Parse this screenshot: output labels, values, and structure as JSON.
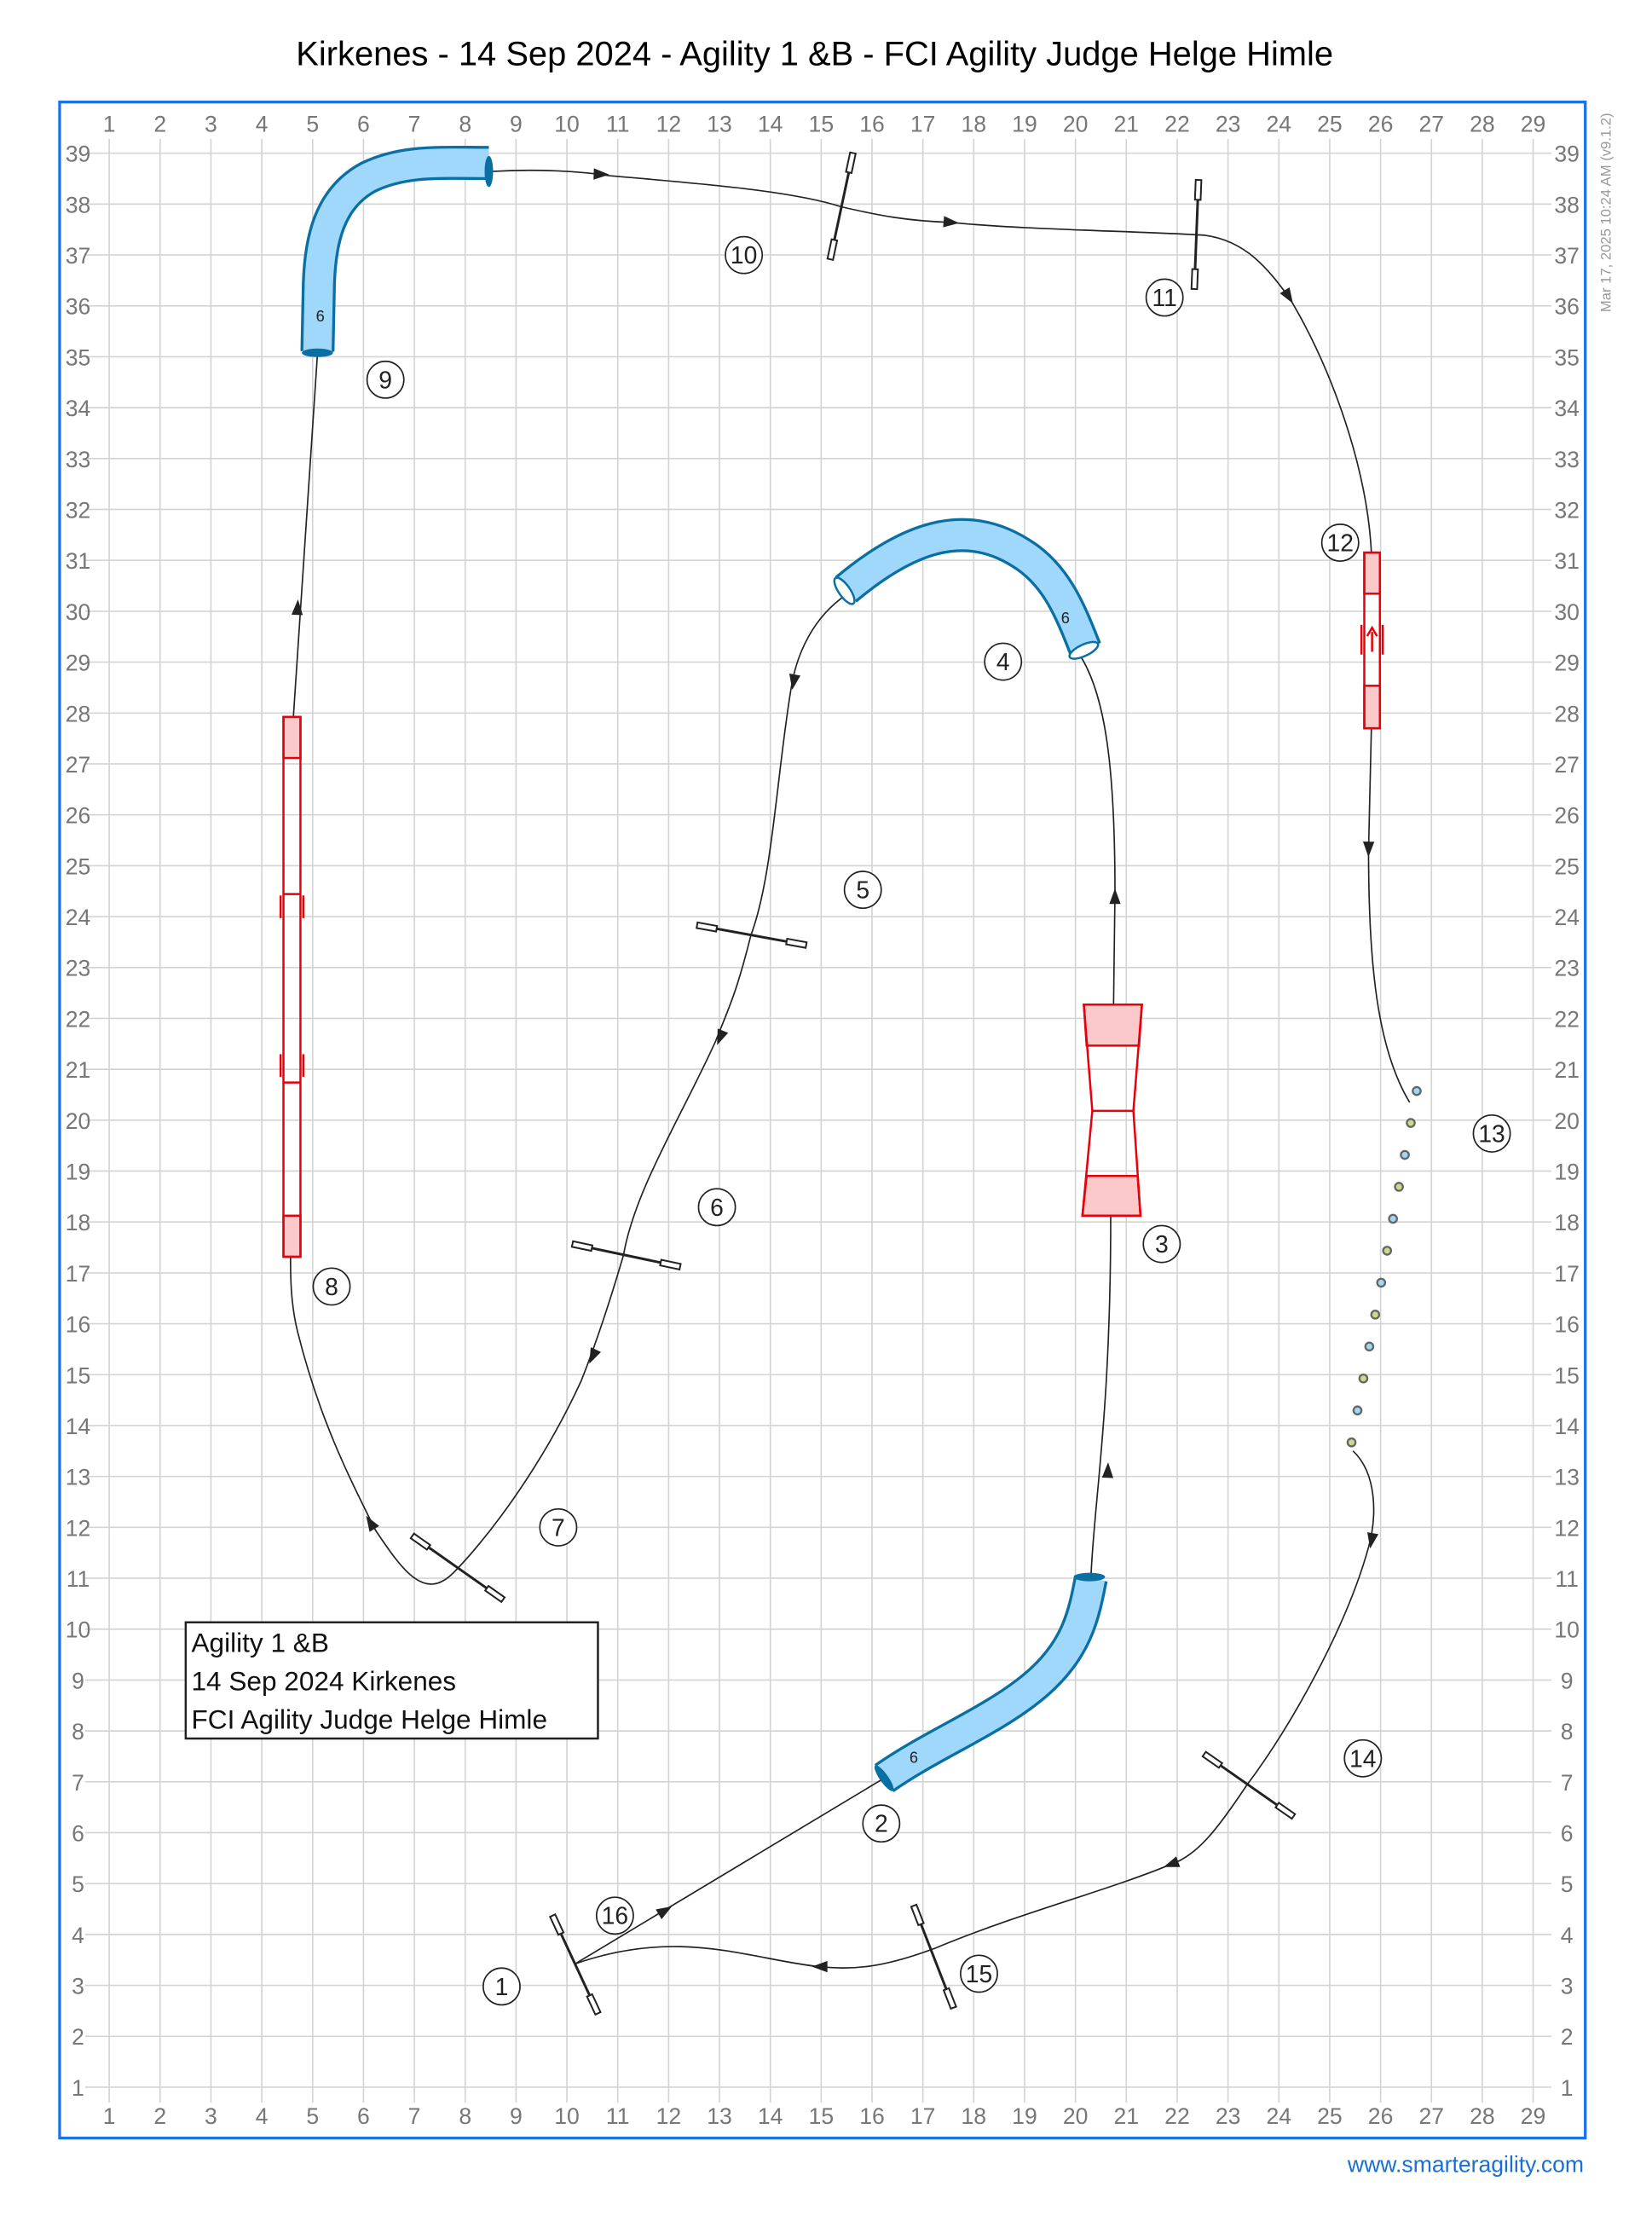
{
  "title": "Kirkenes - 14 Sep 2024 - Agility 1 &B - FCI Agility Judge Helge Himle",
  "timestamp": "Mar 17, 2025 10:24 AM  (v9.1.2)",
  "footer_link": "www.smarteragility.com",
  "legend": {
    "line1": "Agility 1 &B",
    "line2": "14 Sep 2024 Kirkenes",
    "line3": "FCI Agility Judge Helge Himle"
  },
  "x_ticks": [
    "1",
    "2",
    "3",
    "4",
    "5",
    "6",
    "7",
    "8",
    "9",
    "10",
    "11",
    "12",
    "13",
    "14",
    "15",
    "16",
    "17",
    "18",
    "19",
    "20",
    "21",
    "22",
    "23",
    "24",
    "25",
    "26",
    "27",
    "28",
    "29"
  ],
  "y_ticks": [
    "1",
    "2",
    "3",
    "4",
    "5",
    "6",
    "7",
    "8",
    "9",
    "10",
    "11",
    "12",
    "13",
    "14",
    "15",
    "16",
    "17",
    "18",
    "19",
    "20",
    "21",
    "22",
    "23",
    "24",
    "25",
    "26",
    "27",
    "28",
    "29",
    "30",
    "31",
    "32",
    "33",
    "34",
    "35",
    "36",
    "37",
    "38",
    "39"
  ],
  "obstacle_numbers": [
    "1",
    "2",
    "3",
    "4",
    "5",
    "6",
    "7",
    "8",
    "9",
    "10",
    "11",
    "12",
    "13",
    "14",
    "15",
    "16"
  ],
  "tunnel_length_label": "6",
  "colors": {
    "frame": "#1a73e8",
    "tunnel_fill": "#9fd8fb",
    "tunnel_stroke": "#0a6fa3",
    "contact": "#e8000b",
    "contact_fill": "#fcc9ca",
    "weave_a": "#9dd9f7",
    "weave_b": "#c8dc8c"
  }
}
